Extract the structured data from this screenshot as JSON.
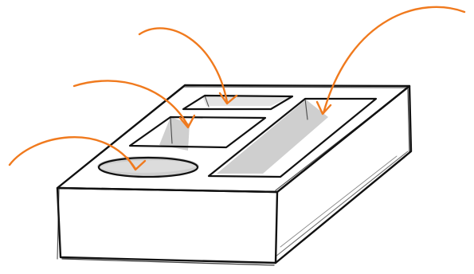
{
  "colors": {
    "background": "#ffffff",
    "ink": "#111111",
    "shade": "#cfcfcf",
    "shade_light": "#e4e4e4",
    "arrow": "#f07a1e"
  },
  "icons": {
    "box": "open-box-sketch-icon",
    "arrows": "curved-arrow-icon"
  },
  "sketch": {
    "cutouts": [
      "rectangular-hole-back",
      "square-hole-middle",
      "oval-hole-front",
      "long-slot-right"
    ],
    "arrow_count": 4
  }
}
